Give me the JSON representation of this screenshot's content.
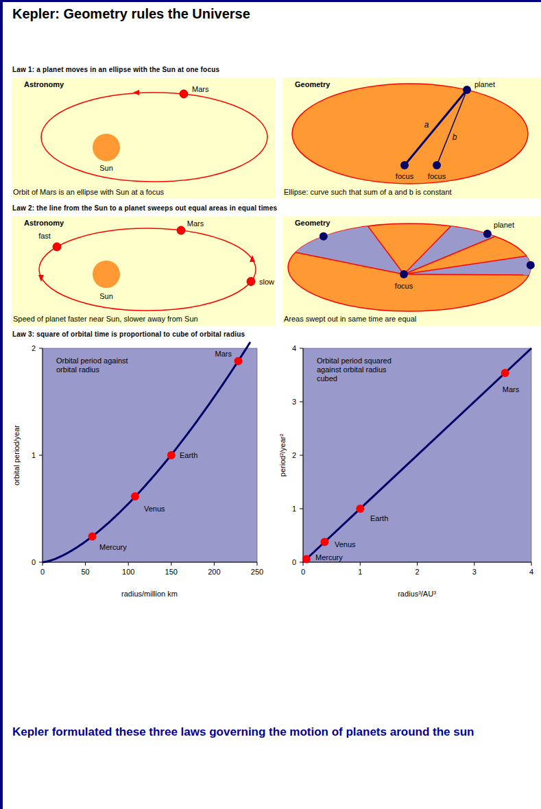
{
  "diagram": {
    "title": "Kepler: Geometry rules the Universe",
    "nodes": [
      {
        "text": [
          "Astronomy",
          "Orbit of Mars is an ellipse with Sun at a focus"
        ]
      },
      {
        "text": [
          "Geometry",
          "Ellipse: curve such that sum of a and b is constant"
        ]
      },
      {
        "text": [
          "Astronomy",
          "Speed of planet faster near Sun, slower away from Sun"
        ]
      },
      {
        "text": [
          "Geometry",
          "Areas swept out in same time are equal"
        ]
      },
      {
        "text": [
          "Orbital period against orbital radius"
        ]
      },
      {
        "text": [
          "Orbital period squared against orbital radius cubed"
        ]
      }
    ],
    "labels": [
      "Law 1: a planet moves in an ellipse with the Sun at one focus",
      "Mars",
      "Sun",
      "planet",
      "a",
      "b",
      "focus",
      "focus",
      "Law 2: the line from the Sun to a planet sweeps out equal areas in equal times",
      "Mars",
      "fast",
      "slow",
      "Sun",
      "planet",
      "focus",
      "Law 3: square of orbital time is proportional to cube of orbital radius",
      "2",
      "1",
      "0",
      "0",
      "50",
      "100",
      "150",
      "200",
      "250",
      "Mars",
      "Earth",
      "Venus",
      "Mercury",
      "orbital period/year",
      "radius/million km",
      "4",
      "3",
      "2",
      "1",
      "0",
      "0",
      "1",
      "2",
      "3",
      "4",
      "Mars",
      "Earth",
      "Venus",
      "Mercury",
      "period²/year²",
      "radius³/AU³"
    ],
    "caption": "Kepler formulated these three laws governing the motion of planets around the sun"
  }
}
